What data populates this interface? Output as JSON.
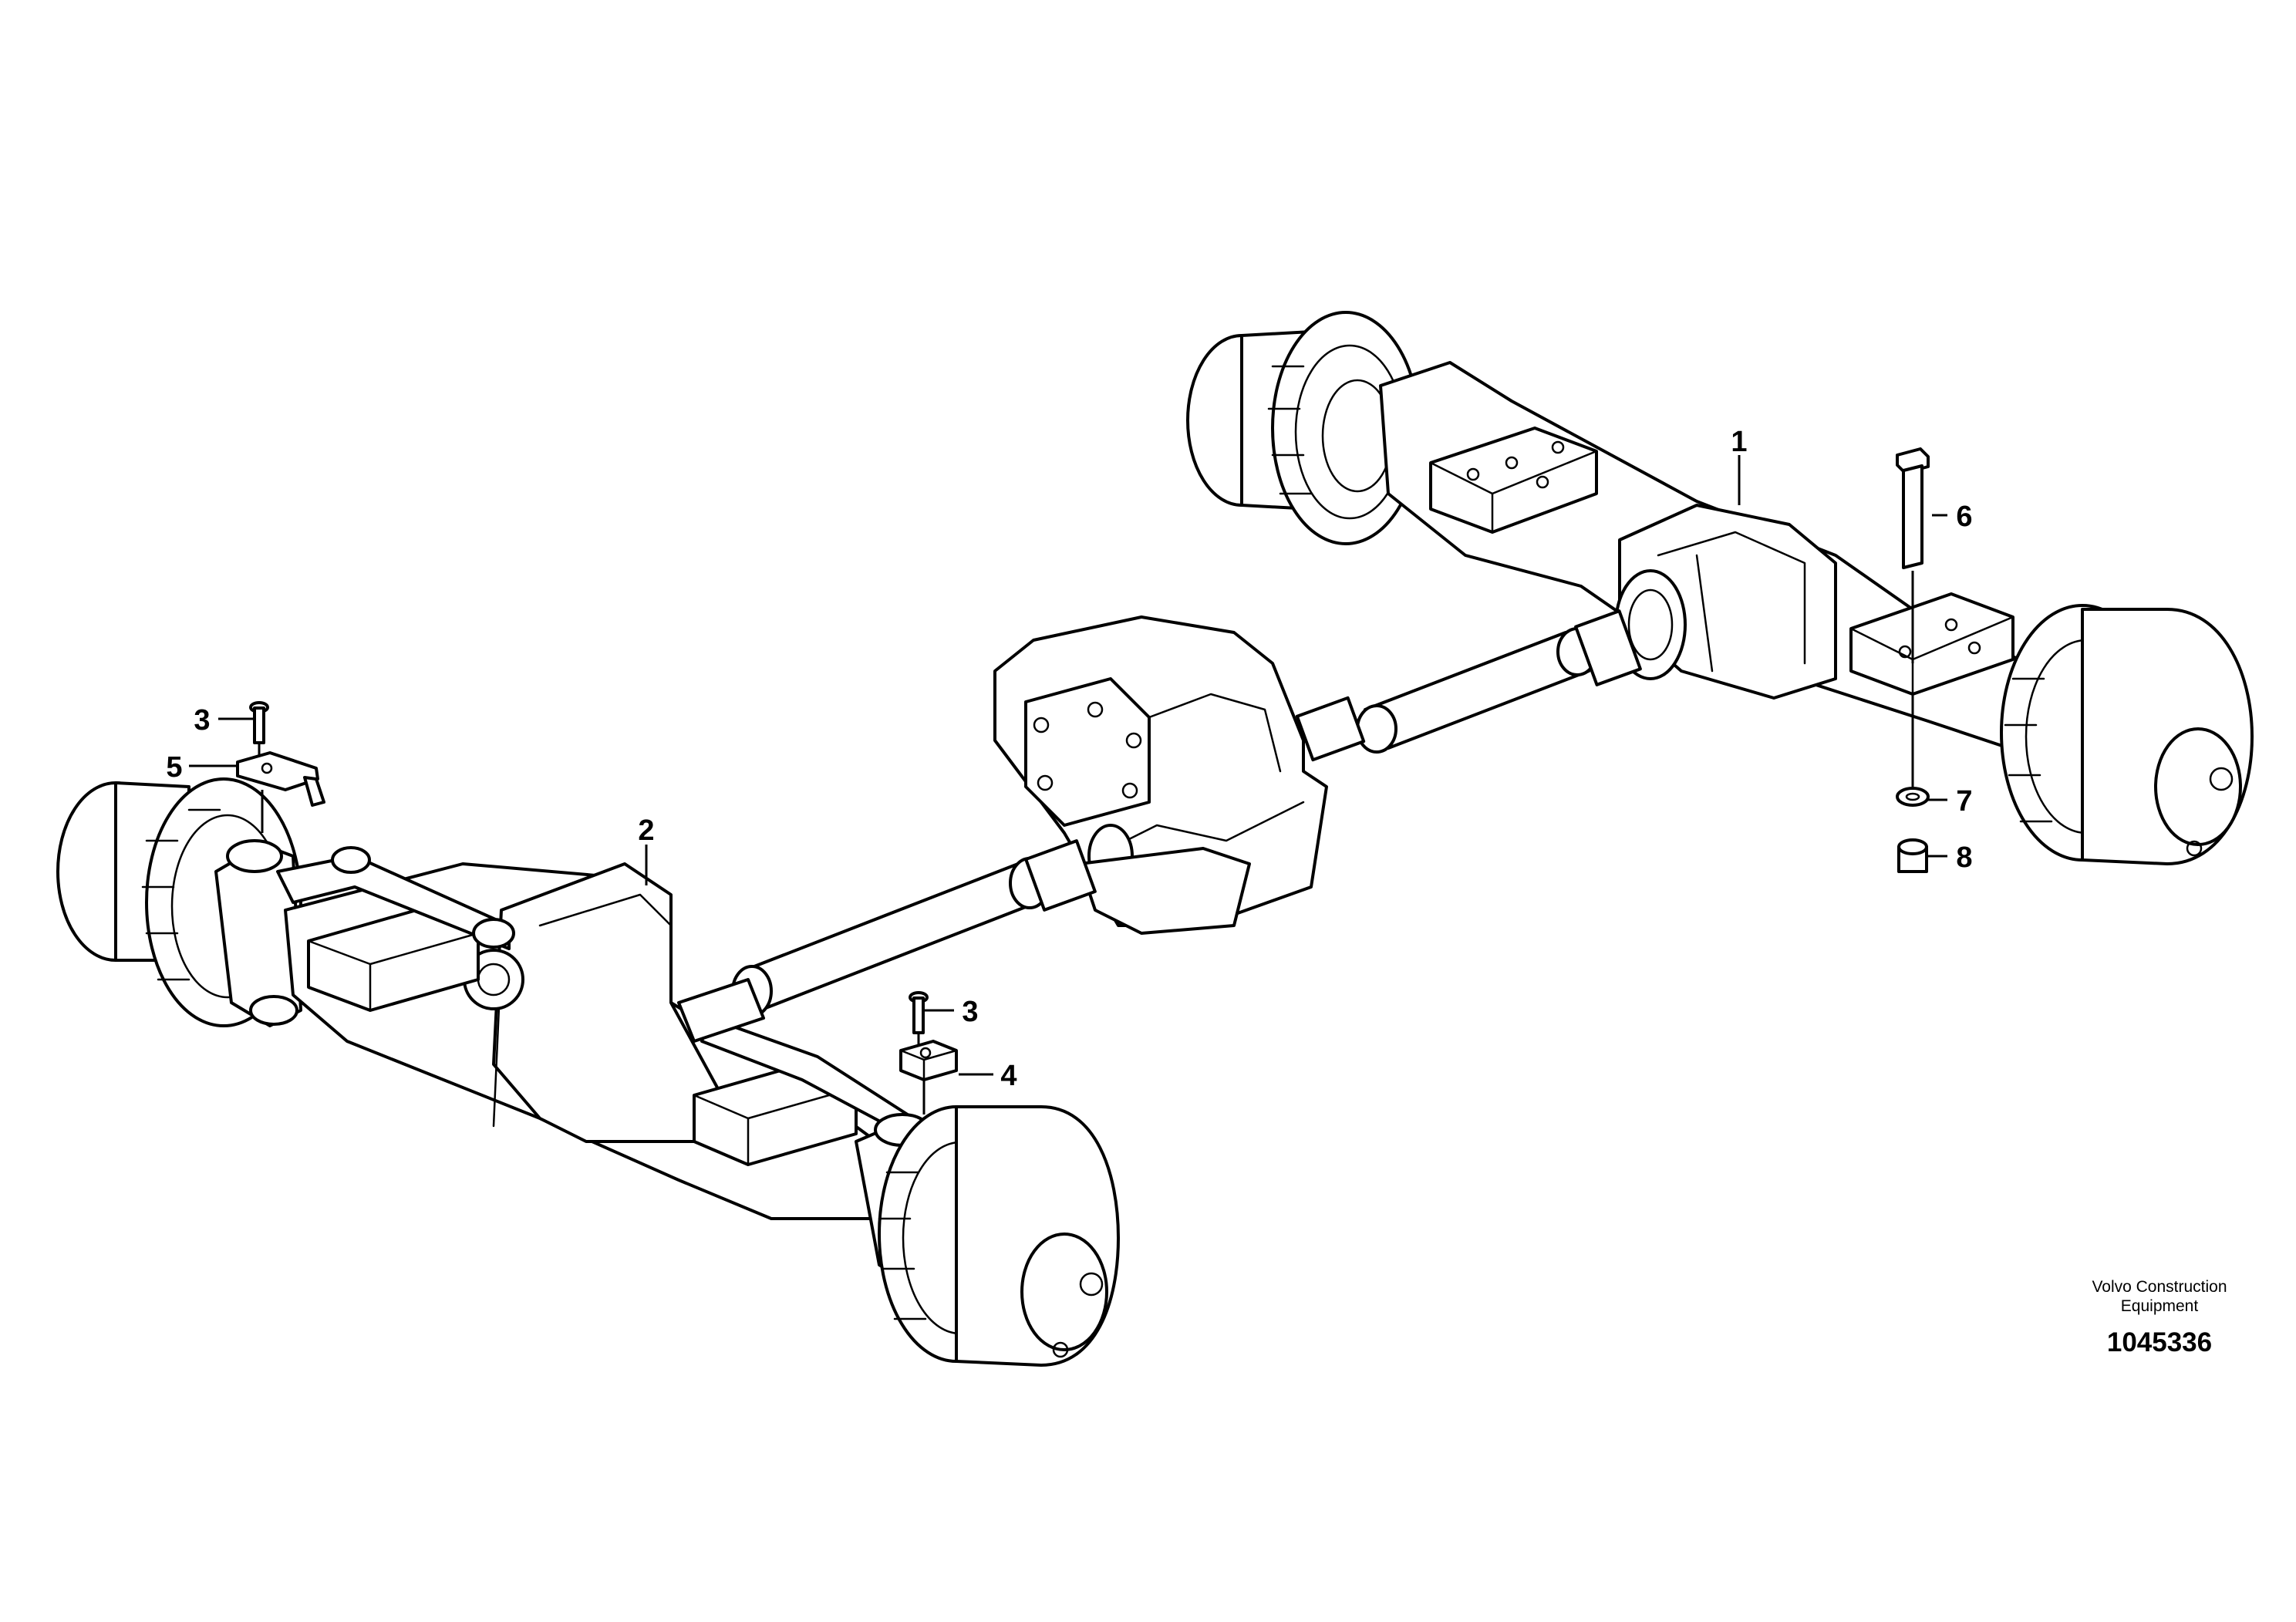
{
  "callouts": [
    {
      "id": "c1",
      "text": "1"
    },
    {
      "id": "c2",
      "text": "2"
    },
    {
      "id": "c3a",
      "text": "3"
    },
    {
      "id": "c3b",
      "text": "3"
    },
    {
      "id": "c4",
      "text": "4"
    },
    {
      "id": "c5",
      "text": "5"
    },
    {
      "id": "c6",
      "text": "6"
    },
    {
      "id": "c7",
      "text": "7"
    },
    {
      "id": "c8",
      "text": "8"
    }
  ],
  "footer": {
    "brand_line1": "Volvo Construction",
    "brand_line2": "Equipment",
    "document_number": "1045336"
  },
  "colors": {
    "line": "#000000",
    "background": "#ffffff"
  }
}
